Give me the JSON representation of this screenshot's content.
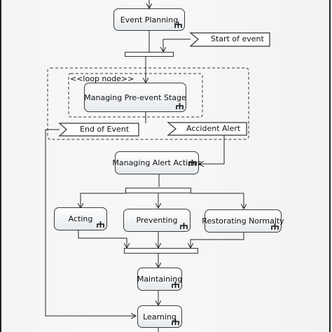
{
  "diagram": {
    "actions": {
      "event_planning": "Event Planning",
      "managing_pre_event_stage": "Managing Pre-event Stage",
      "managing_alert_actions": "Managing Alert Actions",
      "acting": "Acting",
      "preventing": "Preventing",
      "restorating_normalty": "Restorating Normalty",
      "maintaining": "Maintaining",
      "learning": "Learning"
    },
    "signals": {
      "start_of_event": "Start of event",
      "end_of_event": "End of Event",
      "accident_alert": "Accident Alert"
    },
    "loop_node_label": "<<loop node>>"
  }
}
